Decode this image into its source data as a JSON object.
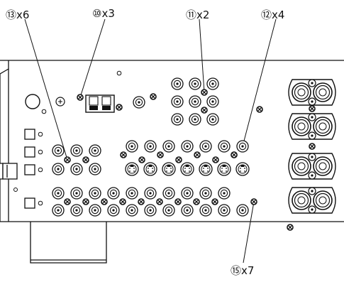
{
  "callouts": {
    "c13": "⑬x6",
    "c10": "⑩x3",
    "c11": "⑪x2",
    "c12": "⑫x4",
    "c15": "⑮x7"
  }
}
